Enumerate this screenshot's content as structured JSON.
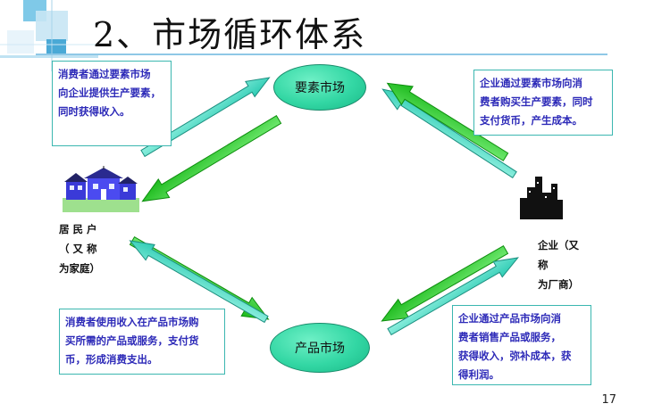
{
  "title": "2、市场循环体系",
  "markets": {
    "factor": "要素市场",
    "product": "产品市场"
  },
  "households": {
    "line1": "居 民 户",
    "line2": "（ 又 称",
    "line3": "为家庭）"
  },
  "firms": {
    "line1": "企业（又",
    "line2": "称",
    "line3": "为厂商）"
  },
  "boxes": {
    "top_left": [
      "消费者通过要素市场",
      "向企业提供生产要素，",
      "同时获得收入。"
    ],
    "top_right": [
      "企业通过要素市场向消",
      "费者购买生产要素，同时",
      "支付货币，产生成本。"
    ],
    "bottom_left": [
      "消费者使用收入在产品市场购",
      "买所需的产品或服务，支付货",
      "币，形成消费支出。"
    ],
    "bottom_right": [
      "企业通过产品市场向消",
      "费者销售产品或服务，",
      "获得收入，弥补成本，获",
      "得利润。"
    ]
  },
  "page_number": "17",
  "colors": {
    "teal_arrow": "#3ee0c8",
    "green_arrow": "#22cc22",
    "box_text": "#2d2ab8",
    "box_border": "#3bb7b0"
  },
  "icons": [
    "house-icon",
    "city-skyline-icon"
  ]
}
